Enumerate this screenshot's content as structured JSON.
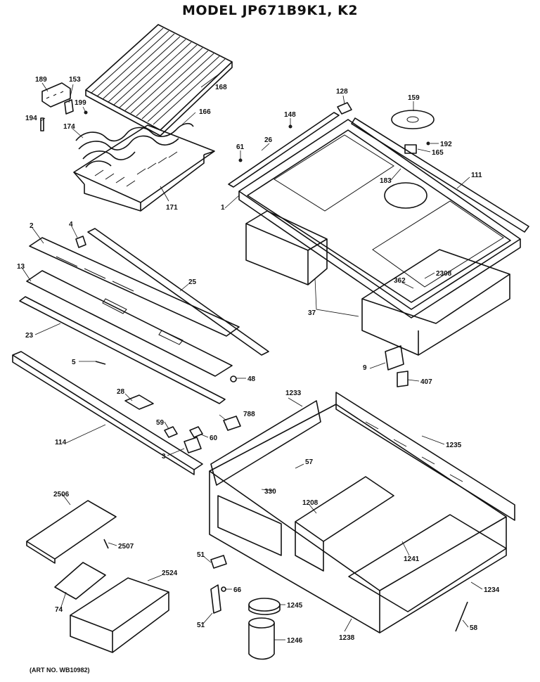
{
  "title": "MODEL JP671B9K1, K2",
  "footer": "(ART NO. WB10982)",
  "callouts": [
    "189",
    "153",
    "168",
    "199",
    "194",
    "174",
    "166",
    "171",
    "128",
    "159",
    "148",
    "26",
    "61",
    "192",
    "165",
    "183",
    "111",
    "1",
    "2",
    "4",
    "13",
    "25",
    "23",
    "5",
    "37",
    "362",
    "2308",
    "9",
    "407",
    "48",
    "28",
    "788",
    "59",
    "60",
    "114",
    "3",
    "1233",
    "1235",
    "57",
    "330",
    "1208",
    "2506",
    "2507",
    "1241",
    "51",
    "66",
    "2524",
    "74",
    "1245",
    "1234",
    "1246",
    "1238",
    "58"
  ]
}
